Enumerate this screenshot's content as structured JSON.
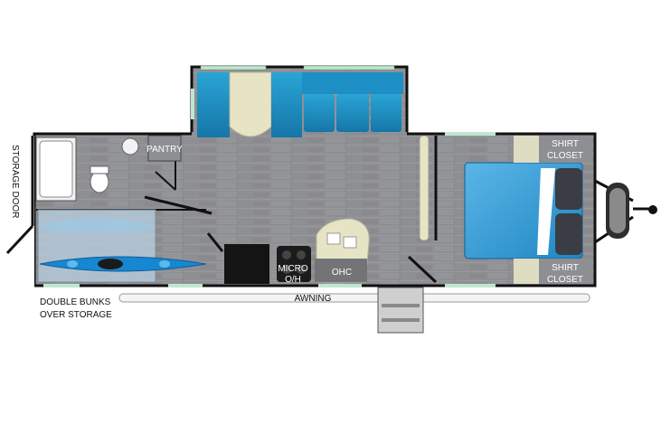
{
  "labels": {
    "storage_door": "STORAGE DOOR",
    "pantry": "PANTRY",
    "shirt_closet_top": [
      "SHIRT",
      "CLOSET"
    ],
    "shirt_closet_bottom": [
      "SHIRT",
      "CLOSET"
    ],
    "micro": [
      "MICRO",
      "O/H"
    ],
    "ohc": "OHC",
    "awning": "AWNING",
    "double_bunks": [
      "DOUBLE BUNKS",
      "OVER STORAGE"
    ]
  },
  "colors": {
    "floor": "#8e8f93",
    "wall": "#111111",
    "sofa_blue": "#1d8fc4",
    "bed_blue": "#3a9fd6",
    "counter": "#e7e4c6",
    "window": "#bfe7cf",
    "tub": "#f2f2f2",
    "kayak": "#1787d1"
  }
}
